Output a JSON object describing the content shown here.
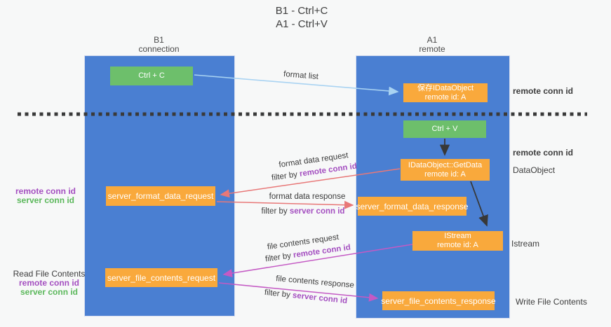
{
  "title": {
    "line1": "B1 - Ctrl+C",
    "line2": "A1 - Ctrl+V"
  },
  "lanes": {
    "left": {
      "name": "B1",
      "subtitle": "connection"
    },
    "right": {
      "name": "A1",
      "subtitle": "remote"
    }
  },
  "boxes": {
    "ctrl_c": {
      "label": "Ctrl + C"
    },
    "ctrl_v": {
      "label": "Ctrl + V"
    },
    "save_dataobject": {
      "line1": "保存IDataObject",
      "line2": "remote id: A"
    },
    "getdata": {
      "line1": "IDataObject::GetData",
      "line2": "remote id: A"
    },
    "istream": {
      "line1": "IStream",
      "line2": "remote id: A"
    },
    "format_request": {
      "label": "server_format_data_request"
    },
    "format_response": {
      "label": "server_format_data_response"
    },
    "file_request": {
      "label": "server_file_contents_request"
    },
    "file_response": {
      "label": "server_file_contents_response"
    }
  },
  "side_labels": {
    "remote_conn_id": "remote conn id",
    "server_conn_id": "server conn id",
    "dataobject": "DataObject",
    "istream": "Istream",
    "read_file_contents": "Read File Contents",
    "write_file_contents": "Write File Contents"
  },
  "arrow_labels": {
    "format_list": "format list",
    "format_data_request": "format data request",
    "format_data_response": "format data response",
    "file_contents_request": "file contents request",
    "file_contents_response": "file contents response",
    "filter_by": "filter by "
  },
  "colors": {
    "lane_blue": "#4a7fd2",
    "box_green": "#6dbf6b",
    "box_orange": "#f9a93c",
    "arrow_red": "#e87878",
    "arrow_magenta": "#c45ac4",
    "arrow_lightblue": "#a9d3f2",
    "arrow_black": "#383838",
    "text_purple": "#a44fc0",
    "text_green": "#5cb85c",
    "dashed_line": "#3a3a3a"
  }
}
